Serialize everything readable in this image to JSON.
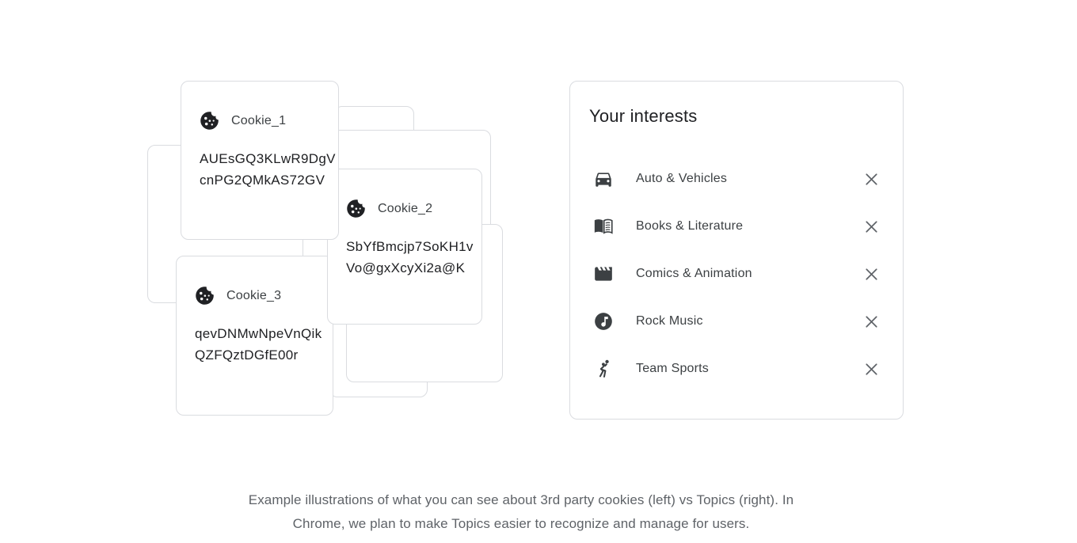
{
  "cookies_panel": {
    "icon": "cookie-icon",
    "cards": [
      {
        "title": "Cookie_1",
        "id_line1": "AUEsGQ3KLwR9DgV",
        "id_line2": "cnPG2QMkAS72GV"
      },
      {
        "title": "Cookie_2",
        "id_line1": "SbYfBmcjp7SoKH1v",
        "id_line2": "Vo@gxXcyXi2a@K"
      },
      {
        "title": "Cookie_3",
        "id_line1": "qevDNMwNpeVnQik",
        "id_line2": "QZFQztDGfE00r"
      }
    ]
  },
  "interests_panel": {
    "title": "Your interests",
    "items": [
      {
        "label": "Auto & Vehicles",
        "icon": "car-icon"
      },
      {
        "label": "Books & Literature",
        "icon": "open-book-icon"
      },
      {
        "label": "Comics & Animation",
        "icon": "clapperboard-icon"
      },
      {
        "label": "Rock Music",
        "icon": "music-note-icon"
      },
      {
        "label": "Team Sports",
        "icon": "handball-player-icon"
      }
    ],
    "remove_icon": "close-icon"
  },
  "caption": {
    "line1": "Example illustrations of what you can see about 3rd party cookies (left) vs Topics (right). In",
    "line2": "Chrome, we plan to make Topics easier to recognize and manage for users."
  },
  "colors": {
    "card_border": "#dadce0",
    "heading_text": "#202124",
    "body_text": "#3c4043",
    "cookie_id_text": "#202124",
    "caption_text": "#5f6368",
    "close_icon": "#5f6368"
  }
}
